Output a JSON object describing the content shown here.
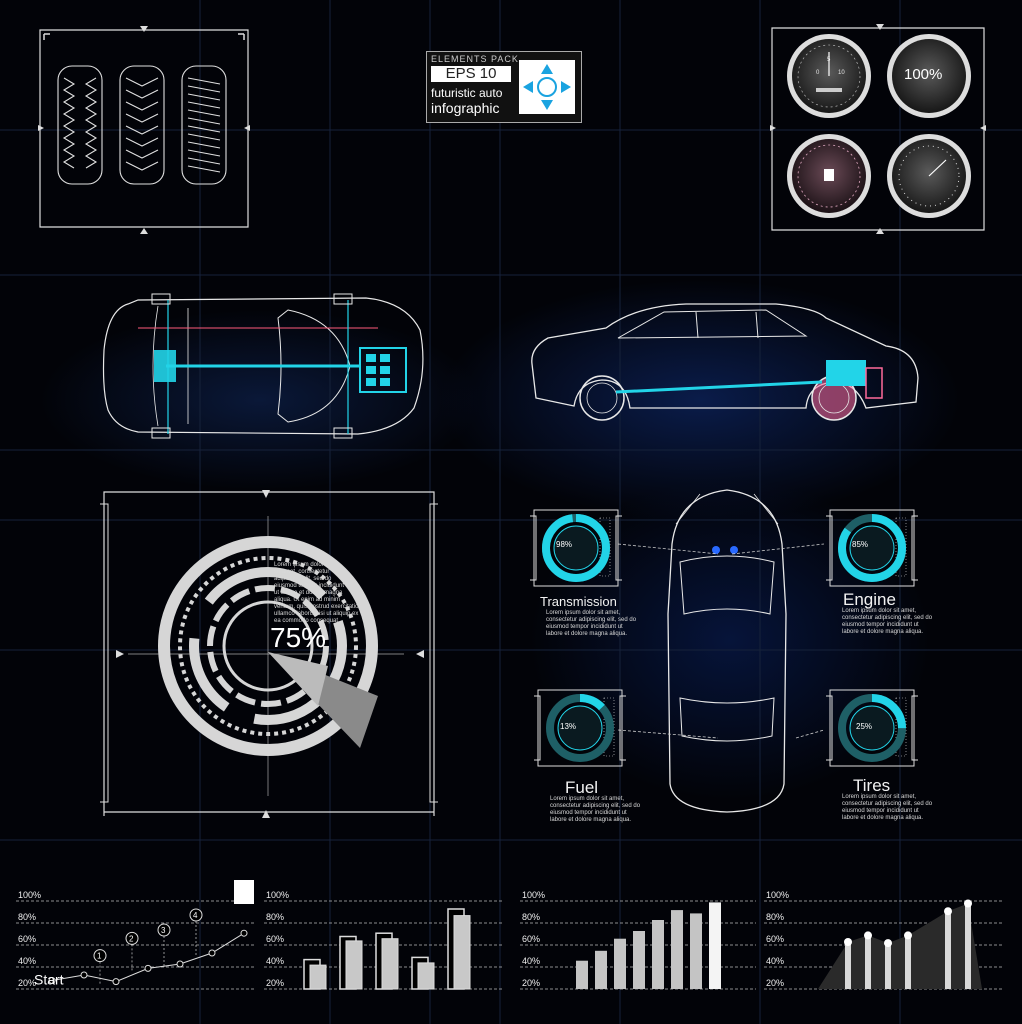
{
  "badge": {
    "line1": "ELEMENTS PACK",
    "line2": "EPS 10",
    "line3": "futuristic auto",
    "line4": "infographic",
    "logo_icon": "diamond-arrows-icon"
  },
  "gauges": {
    "g1_scale": [
      "0",
      "5",
      "10"
    ],
    "g2_value": "100%"
  },
  "big_dial": {
    "value": "75%",
    "paragraph": [
      "Lorem ipsum dolor",
      "sit amet, consectetur",
      "adipiscing elit, sed do",
      "eiusmod tempor incididunt",
      "ut labore et dolore magna",
      "aliqua. Ut enim ad minim",
      "veniam, quis nostrud exercitation",
      "ullamco laboris nisi ut aliquip ex",
      "ea commodo consequat."
    ]
  },
  "status": [
    {
      "name": "Transmission",
      "value": "98%",
      "level": 0.98,
      "text": [
        "Lorem ipsum dolor sit amet,",
        "consectetur adipiscing elit, sed do",
        "eiusmod tempor incididunt ut",
        "labore et dolore magna aliqua."
      ]
    },
    {
      "name": "Engine",
      "value": "85%",
      "level": 0.85,
      "text": [
        "Lorem ipsum dolor sit amet,",
        "consectetur adipiscing elit, sed do",
        "eiusmod tempor incididunt ut",
        "labore et dolore magna aliqua."
      ]
    },
    {
      "name": "Fuel",
      "value": "13%",
      "level": 0.13,
      "text": [
        "Lorem ipsum dolor sit amet,",
        "consectetur adipiscing elit, sed do",
        "eiusmod tempor incididunt ut",
        "labore et dolore magna aliqua."
      ]
    },
    {
      "name": "Tires",
      "value": "25%",
      "level": 0.25,
      "text": [
        "Lorem ipsum dolor sit amet,",
        "consectetur adipiscing elit, sed do",
        "eiusmod tempor incididunt ut",
        "labore et dolore magna aliqua."
      ]
    }
  ],
  "chart_data": [
    {
      "type": "line",
      "ticks": [
        "100%",
        "80%",
        "60%",
        "40%",
        "20%"
      ],
      "x": [
        1,
        2,
        3,
        4,
        5,
        6,
        7
      ],
      "values": [
        25,
        30,
        24,
        36,
        40,
        50,
        68
      ],
      "start_label": "Start",
      "markers": [
        "1",
        "2",
        "3",
        "4"
      ]
    },
    {
      "type": "bar",
      "ticks": [
        "100%",
        "80%",
        "60%",
        "40%",
        "20%"
      ],
      "series": [
        {
          "values": [
            44,
            65,
            68,
            46,
            90
          ]
        },
        {
          "values": [
            39,
            61,
            63,
            41,
            84
          ]
        }
      ]
    },
    {
      "type": "bar",
      "ticks": [
        "100%",
        "80%",
        "60%",
        "40%",
        "20%"
      ],
      "values": [
        43,
        52,
        63,
        70,
        80,
        89,
        86,
        96
      ]
    },
    {
      "type": "area",
      "ticks": [
        "100%",
        "80%",
        "60%",
        "40%",
        "20%"
      ],
      "values": [
        60,
        66,
        59,
        66,
        88,
        95
      ]
    }
  ],
  "colors": {
    "cyan": "#22d4e8",
    "pink": "#ff6a9a",
    "line": "#e6e6e6",
    "bar": "#cfcfcf"
  }
}
